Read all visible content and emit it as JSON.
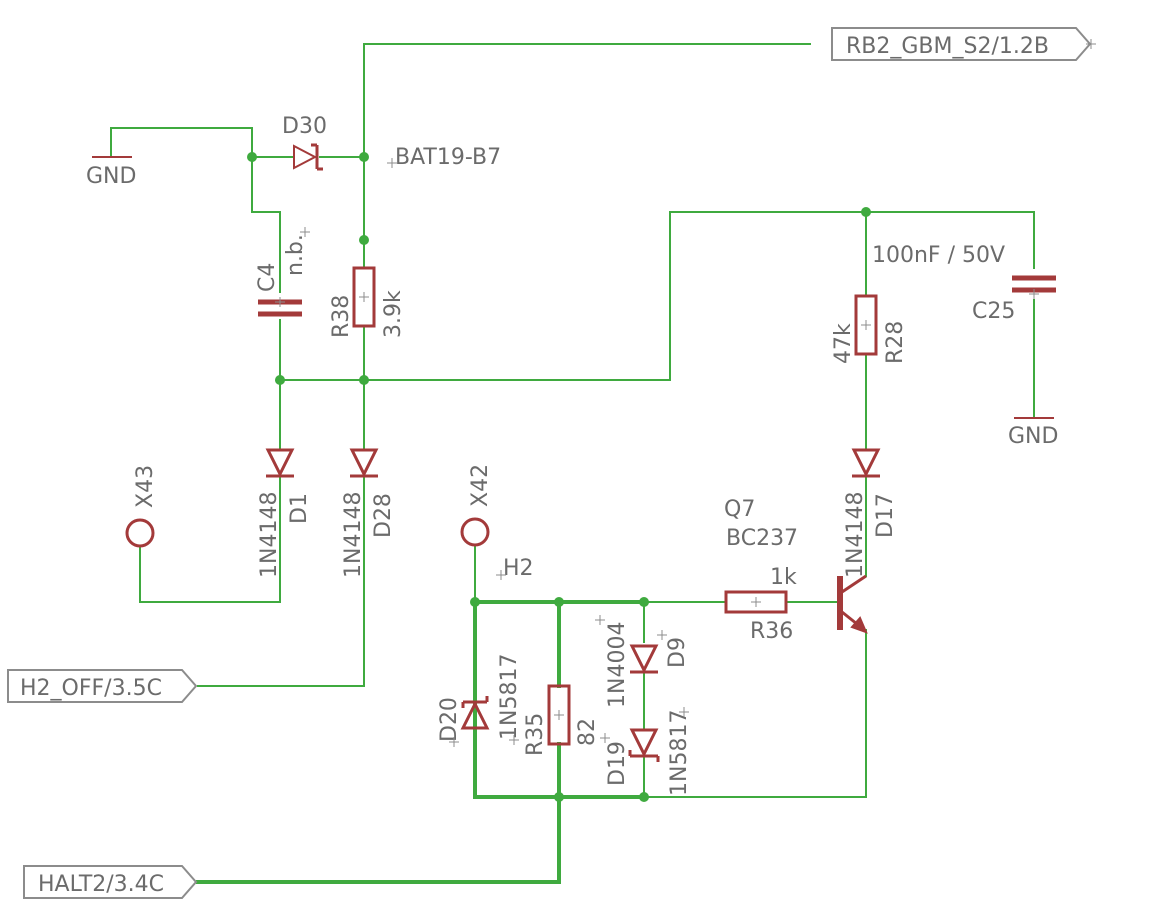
{
  "colors": {
    "wire": "#3faa3f",
    "component": "#a33a3a",
    "label": "#6b6b6b",
    "background": "#ffffff"
  },
  "net_labels": {
    "rb2": "RB2_GBM_S2/1.2B",
    "h2_off": "H2_OFF/3.5C",
    "halt2": "HALT2/3.4C",
    "h2": "H2"
  },
  "grounds": {
    "left": "GND",
    "right": "GND"
  },
  "components": {
    "d30": {
      "ref": "D30",
      "value": "BAT19-B7"
    },
    "c4": {
      "ref": "C4",
      "value": "n.b."
    },
    "r38": {
      "ref": "R38",
      "value": "3.9k"
    },
    "c25": {
      "ref": "C25",
      "value": "100nF / 50V"
    },
    "r28": {
      "ref": "R28",
      "value": "47k"
    },
    "d1": {
      "ref": "D1",
      "value": "1N4148"
    },
    "d28": {
      "ref": "D28",
      "value": "1N4148"
    },
    "d17": {
      "ref": "D17",
      "value": "1N4148"
    },
    "x43": {
      "ref": "X43"
    },
    "x42": {
      "ref": "X42"
    },
    "q7": {
      "ref": "Q7",
      "value": "BC237"
    },
    "r36": {
      "ref": "R36",
      "value": "1k"
    },
    "d20": {
      "ref": "D20",
      "value": "1N5817"
    },
    "r35": {
      "ref": "R35",
      "value": "82"
    },
    "d9": {
      "ref": "D9",
      "value": "1N4004"
    },
    "d19": {
      "ref": "D19",
      "value": "1N5817"
    }
  }
}
